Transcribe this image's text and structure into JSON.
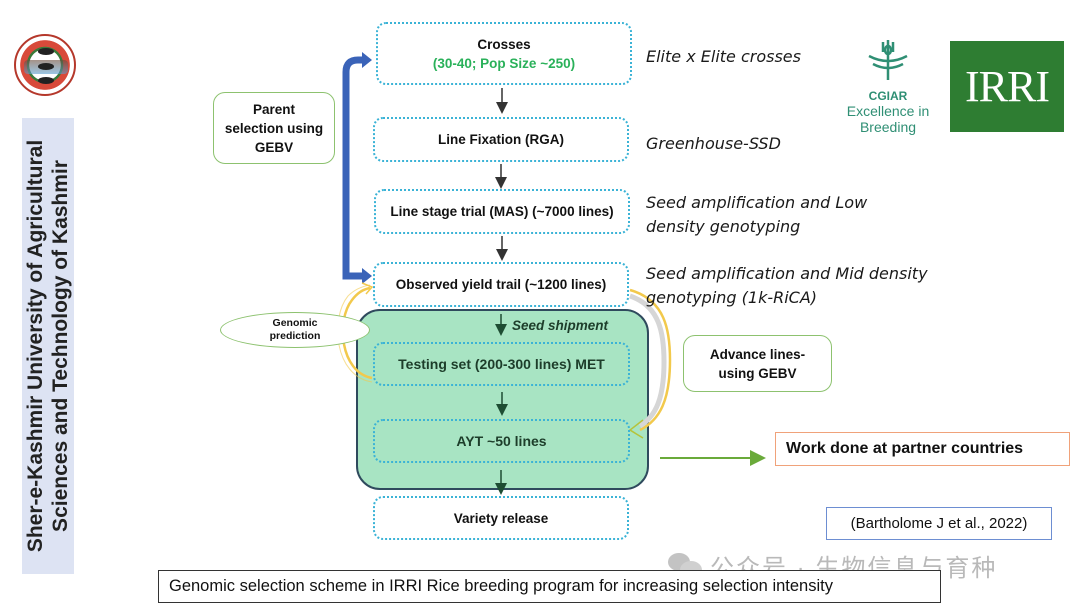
{
  "institution": {
    "name_line1": "Sher-e-Kashmir University of Agricultural",
    "name_line2": "Sciences and Technology of Kashmir"
  },
  "logos": {
    "cgiar_name": "CGIAR",
    "cgiar_sub_line1": "Excellence in",
    "cgiar_sub_line2": "Breeding",
    "irri": "IRRI"
  },
  "flow": {
    "steps": [
      {
        "title": "Crosses",
        "subtitle": "(30-40; Pop Size ~250)",
        "note": "Elite x Elite crosses"
      },
      {
        "title": "Line Fixation (RGA)",
        "note": "Greenhouse-SSD"
      },
      {
        "title": "Line stage trial (MAS) (~7000 lines)",
        "note_line1": "Seed amplification and Low",
        "note_line2": "density genotyping"
      },
      {
        "title": "Observed yield trail (~1200 lines)",
        "note_line1": "Seed amplification and Mid density",
        "note_line2": "genotyping (1k-RiCA)"
      },
      {
        "title": "Testing set (200-300 lines) MET"
      },
      {
        "title": "AYT ~50 lines"
      },
      {
        "title": "Variety release"
      }
    ],
    "seed_shipment": "Seed shipment",
    "parent_selection_line1": "Parent",
    "parent_selection_line2": "selection using",
    "parent_selection_line3": "GEBV",
    "genomic_prediction_line1": "Genomic",
    "genomic_prediction_line2": "prediction",
    "advance_lines_line1": "Advance lines-",
    "advance_lines_line2": "using GEBV",
    "partner_work": "Work done at partner countries"
  },
  "colors": {
    "flow_border": "#3bb3d6",
    "green_region": "#a8e4c3",
    "parent_arrow": "#3a63b8",
    "accent_green": "#2ab15a",
    "curve_arrow": "#f2c94c",
    "partner_border": "#f0a27a",
    "citation_border": "#6d8ed2",
    "irri_green": "#2e7d32"
  },
  "citation": "(Bartholome J et al., 2022)",
  "caption": "Genomic selection scheme in IRRI Rice breeding program for increasing selection intensity",
  "watermark": "公众号 · 生物信息与育种"
}
